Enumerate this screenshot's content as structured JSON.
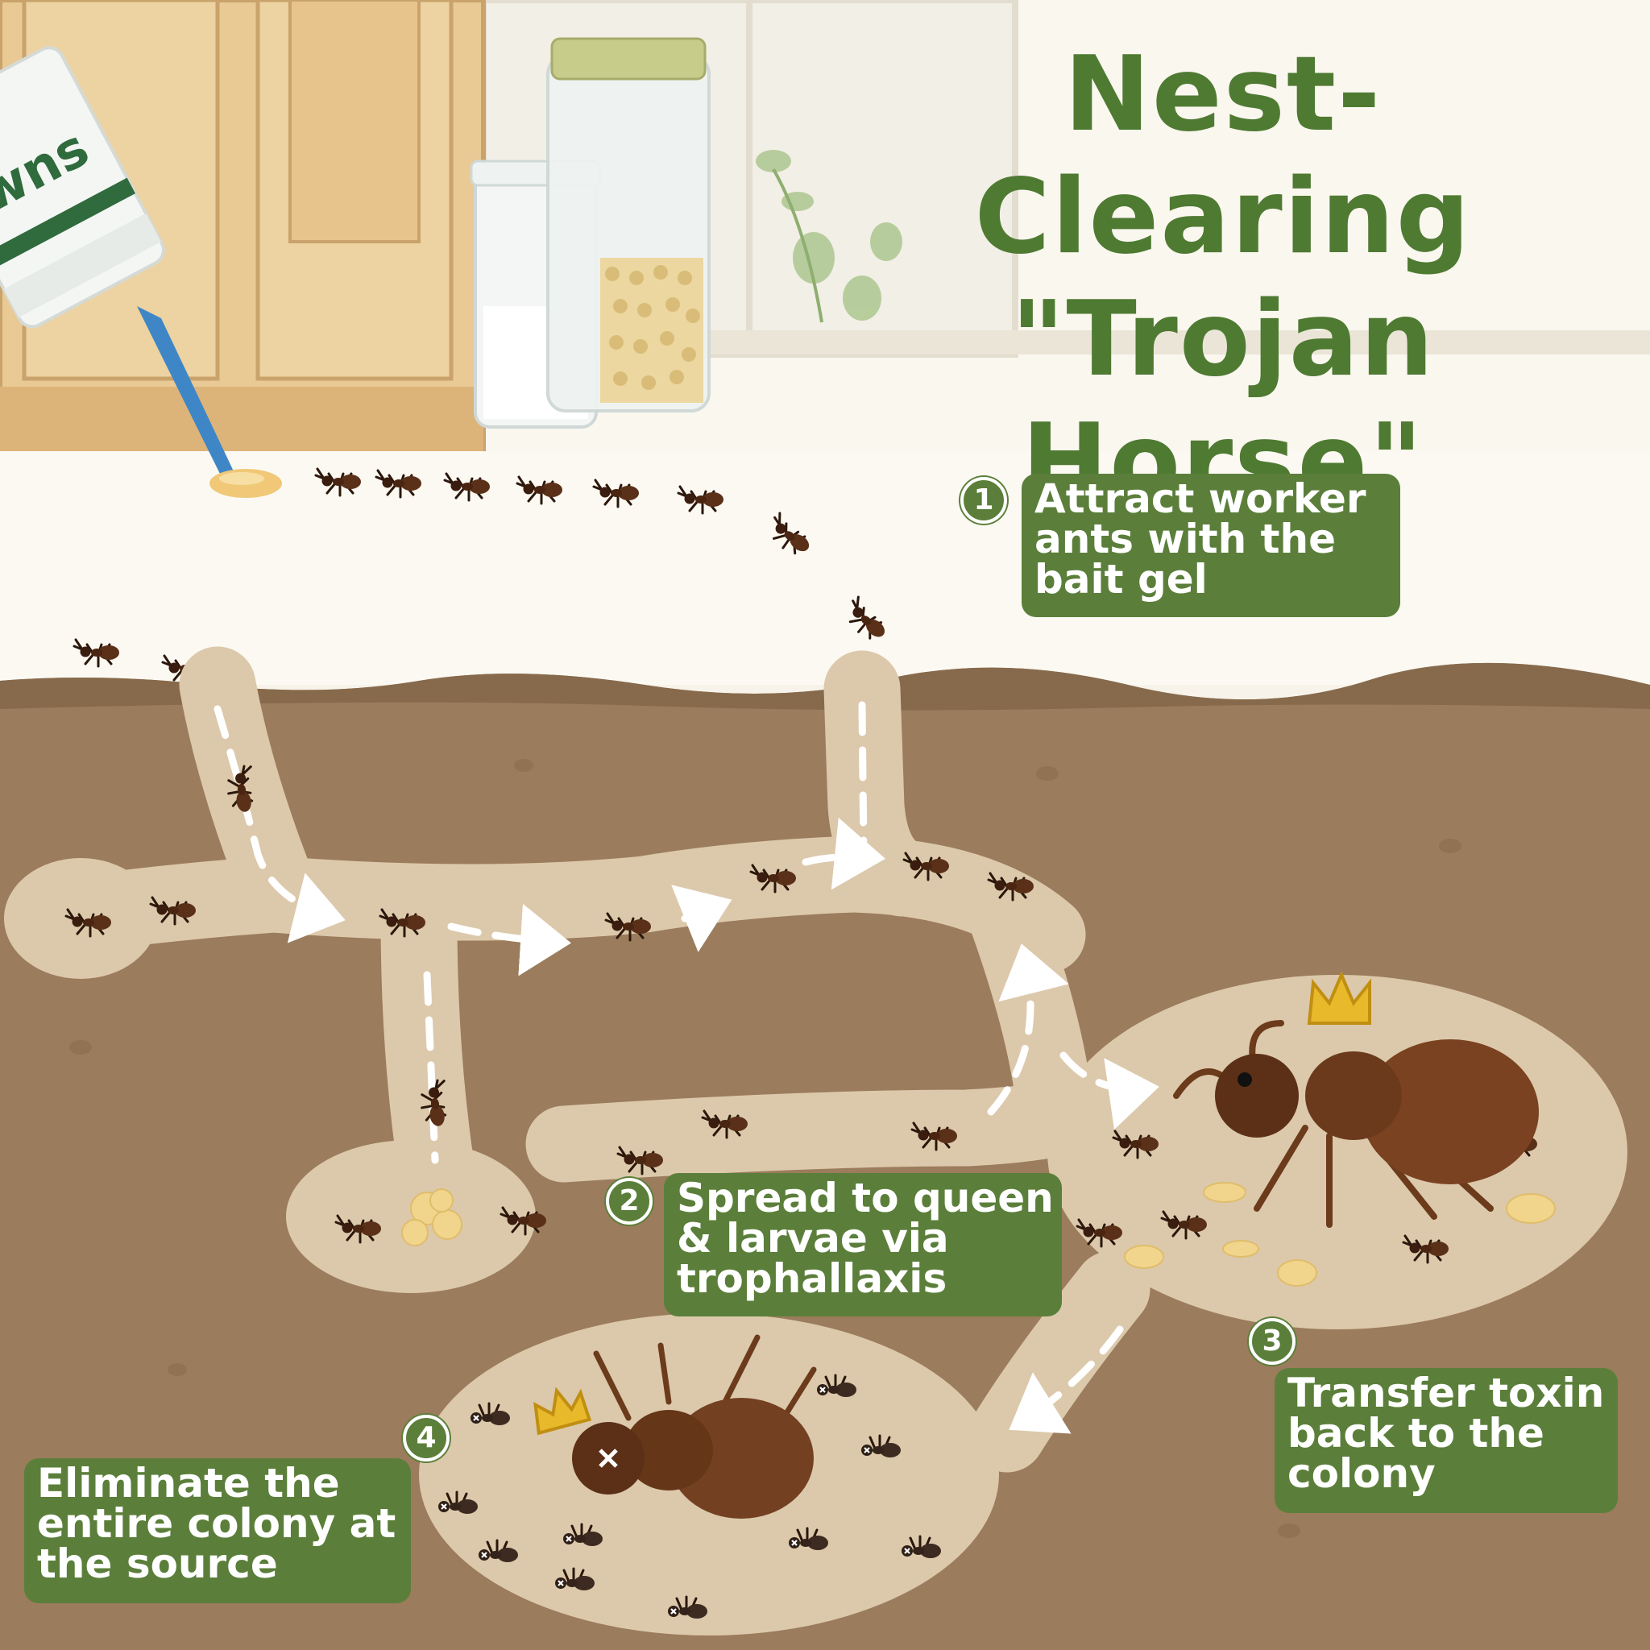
{
  "title": {
    "line1": "Nest-Clearing",
    "line2": "\"Trojan Horse\""
  },
  "product_label": "wns",
  "steps": [
    {
      "num": "1",
      "lines": [
        "Attract worker",
        "ants with the",
        "bait gel"
      ]
    },
    {
      "num": "2",
      "lines": [
        "Spread to queen",
        "& larvae via",
        "trophallaxis"
      ]
    },
    {
      "num": "3",
      "lines": [
        "Transfer toxin",
        "back to the",
        "colony"
      ]
    },
    {
      "num": "4",
      "lines": [
        "Eliminate the",
        "entire colony at",
        "the source"
      ]
    }
  ],
  "colors": {
    "accent": "#5b7f3a",
    "title": "#4f7a32",
    "soil": "#9b7c5c",
    "tunnel": "#dcc9ab",
    "ant": "#5a3018"
  },
  "icons": [
    "bait-tube-icon",
    "crown-icon",
    "ant-icon",
    "arrow-icon"
  ]
}
